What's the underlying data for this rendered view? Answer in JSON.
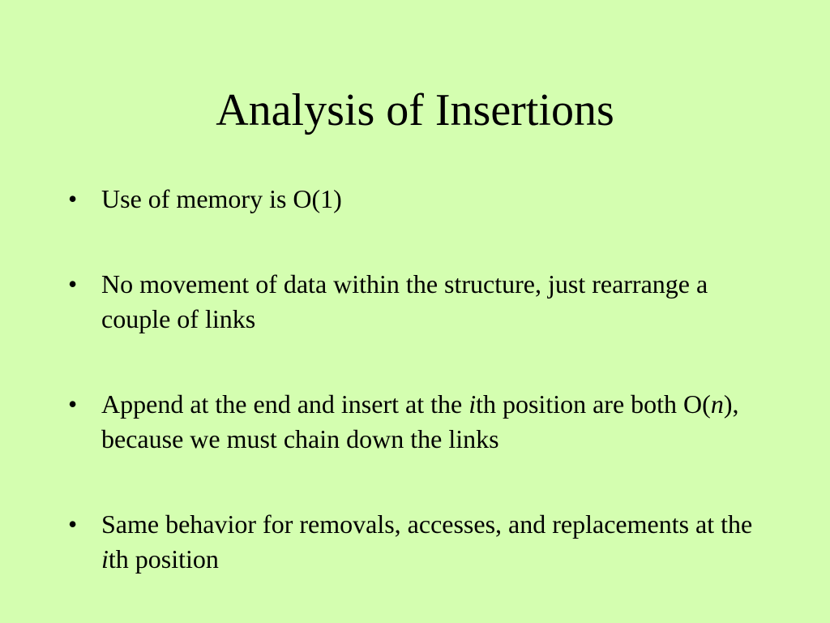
{
  "slide": {
    "title": "Analysis of Insertions",
    "bullet_symbol": "•",
    "bullets": [
      {
        "segments": [
          {
            "text": "Use of memory is O(1)",
            "italic": false
          }
        ]
      },
      {
        "segments": [
          {
            "text": "No movement of data within the structure, just rearrange a couple of links",
            "italic": false
          }
        ]
      },
      {
        "segments": [
          {
            "text": "Append at the end and insert at the ",
            "italic": false
          },
          {
            "text": "i",
            "italic": true
          },
          {
            "text": "th position are both O(",
            "italic": false
          },
          {
            "text": "n",
            "italic": true
          },
          {
            "text": "), because we must chain down the links",
            "italic": false
          }
        ]
      },
      {
        "segments": [
          {
            "text": "Same behavior for removals, accesses, and replacements at the ",
            "italic": false
          },
          {
            "text": "i",
            "italic": true
          },
          {
            "text": "th position",
            "italic": false
          }
        ]
      }
    ]
  }
}
